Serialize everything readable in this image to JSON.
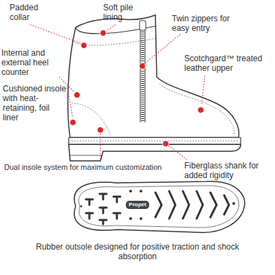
{
  "diagram": {
    "labels": [
      "Padded collar",
      "Soft pile lining",
      "Twin zippers for easy entry",
      "Internal and external heel counter",
      "Scotchgard™ treated leather upper",
      "Cushioned insole with heat-retaining, foil liner",
      "Dual insole system for maximum customization",
      "Fiberglass shank for added rigidity",
      "Propét",
      "Rubber outsole designed for positive traction and shock absorption"
    ]
  }
}
